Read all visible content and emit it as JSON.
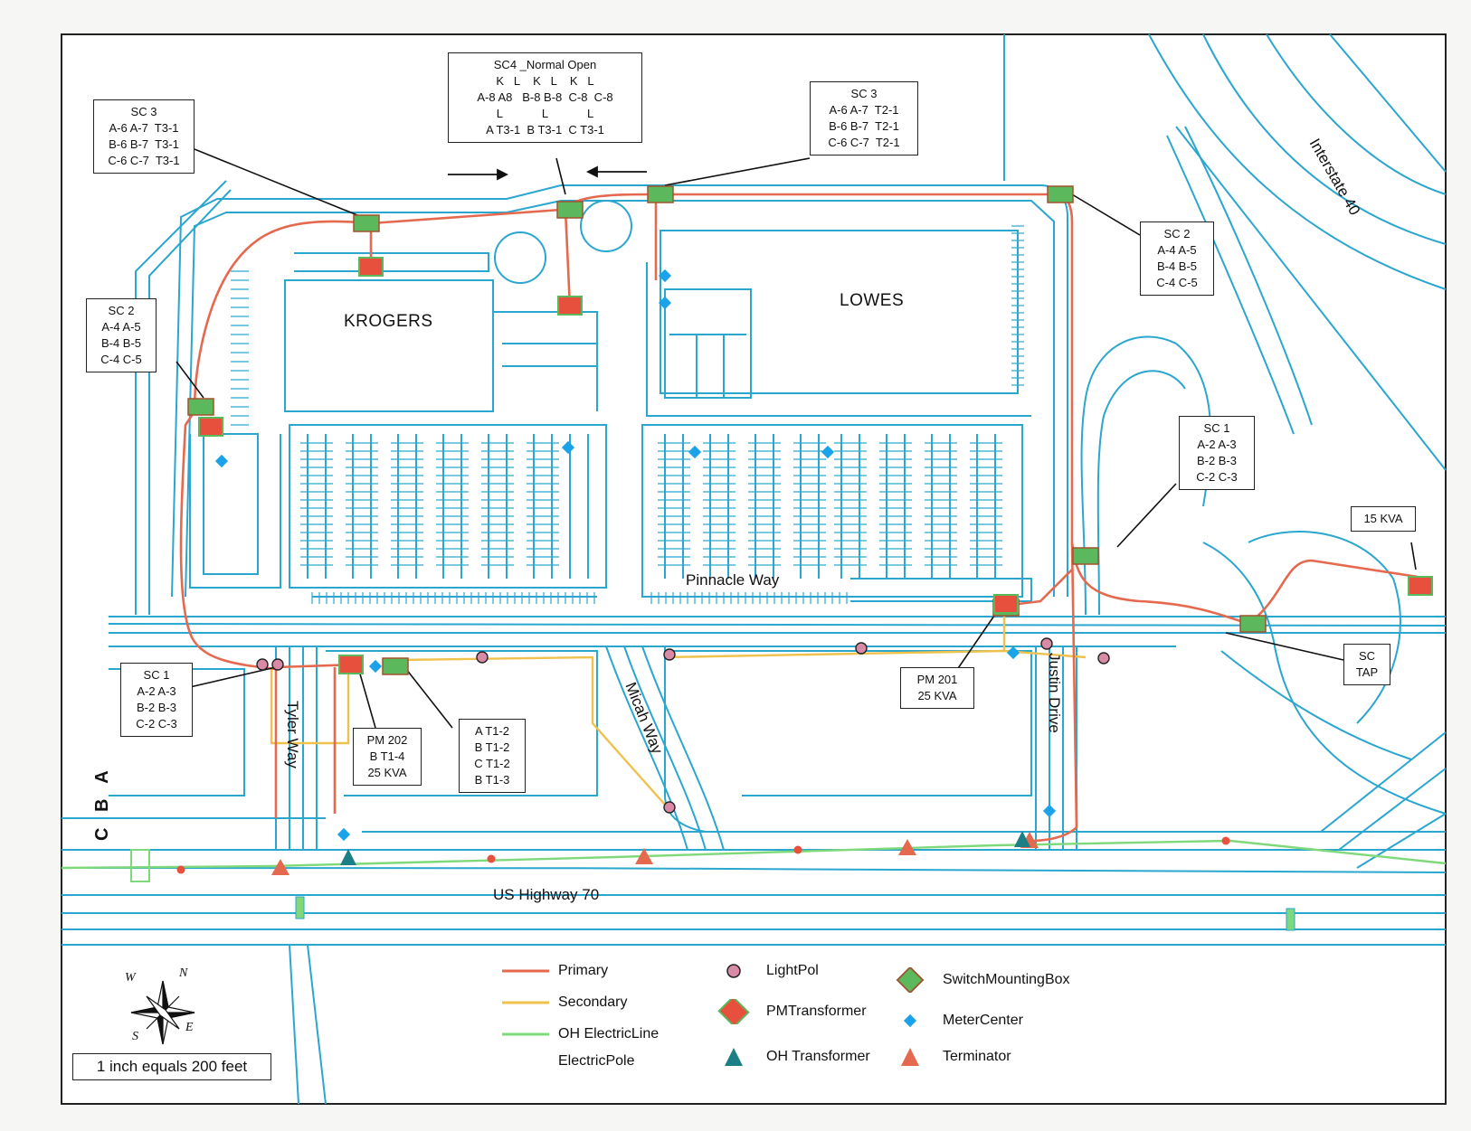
{
  "stores": {
    "krogers": "KROGERS",
    "lowes": "LOWES"
  },
  "roads": {
    "interstate": "Interstate 40",
    "pinnacle": "Pinnacle Way",
    "tyler": "Tyler Way",
    "micah": "Micah Way",
    "justin": "Justin Drive",
    "us70": "US Highway 70"
  },
  "callouts": {
    "sc3_left": [
      "SC 3",
      "A-6 A-7  T3-1",
      "B-6 B-7  T3-1",
      "C-6 C-7  T3-1"
    ],
    "sc4": [
      "SC4 _Normal Open",
      "K   L    K   L    K   L",
      "A-8 A8   B-8 B-8  C-8  C-8",
      "L            L            L",
      "A T3-1  B T3-1  C T3-1"
    ],
    "sc3_right": [
      "SC 3",
      "A-6 A-7  T2-1",
      "B-6 B-7  T2-1",
      "C-6 C-7  T2-1"
    ],
    "sc2_right": [
      "SC 2",
      "A-4 A-5",
      "B-4 B-5",
      "C-4 C-5"
    ],
    "sc2_left": [
      "SC 2",
      "A-4 A-5",
      "B-4 B-5",
      "C-4 C-5"
    ],
    "sc1_right": [
      "SC 1",
      "A-2 A-3",
      "B-2 B-3",
      "C-2 C-3"
    ],
    "kva15": [
      "15 KVA"
    ],
    "sctap": [
      "SC",
      "TAP"
    ],
    "pm201": [
      "PM 201",
      "25 KVA"
    ],
    "sc1_left": [
      "SC 1",
      "A-2 A-3",
      "B-2 B-3",
      "C-2 C-3"
    ],
    "pm202": [
      "PM 202",
      "B T1-4",
      "25 KVA"
    ],
    "at12": [
      "A T1-2",
      "B T1-2",
      "C T1-2",
      "B T1-3"
    ]
  },
  "phase_labels": "C B A",
  "scale": "1 inch equals 200 feet",
  "compass": {
    "n": "N",
    "s": "S",
    "e": "E",
    "w": "W"
  },
  "legend": [
    {
      "label": "Primary",
      "symbol": "primary-line"
    },
    {
      "label": "Secondary",
      "symbol": "secondary-line"
    },
    {
      "label": "OH ElectricLine",
      "symbol": "oh-line"
    },
    {
      "label": "ElectricPole",
      "symbol": "none"
    },
    {
      "label": "LightPol",
      "symbol": "light-pole"
    },
    {
      "label": "PMTransformer",
      "symbol": "pm-transformer"
    },
    {
      "label": "OH Transformer",
      "symbol": "oh-transformer"
    },
    {
      "label": "SwitchMountingBox",
      "symbol": "switch-box"
    },
    {
      "label": "MeterCenter",
      "symbol": "meter-center"
    },
    {
      "label": "Terminator",
      "symbol": "terminator"
    }
  ],
  "colors": {
    "primary": "#e4694f",
    "secondary": "#efc24e",
    "oh_line": "#7fd97a",
    "streets": "#2aa6cf",
    "switch_box": "#5cb85c",
    "pm_transformer": "#e8503e",
    "light_pole": "#d88aa6",
    "meter_center": "#1aa3e8",
    "oh_transformer": "#1b7f85"
  }
}
